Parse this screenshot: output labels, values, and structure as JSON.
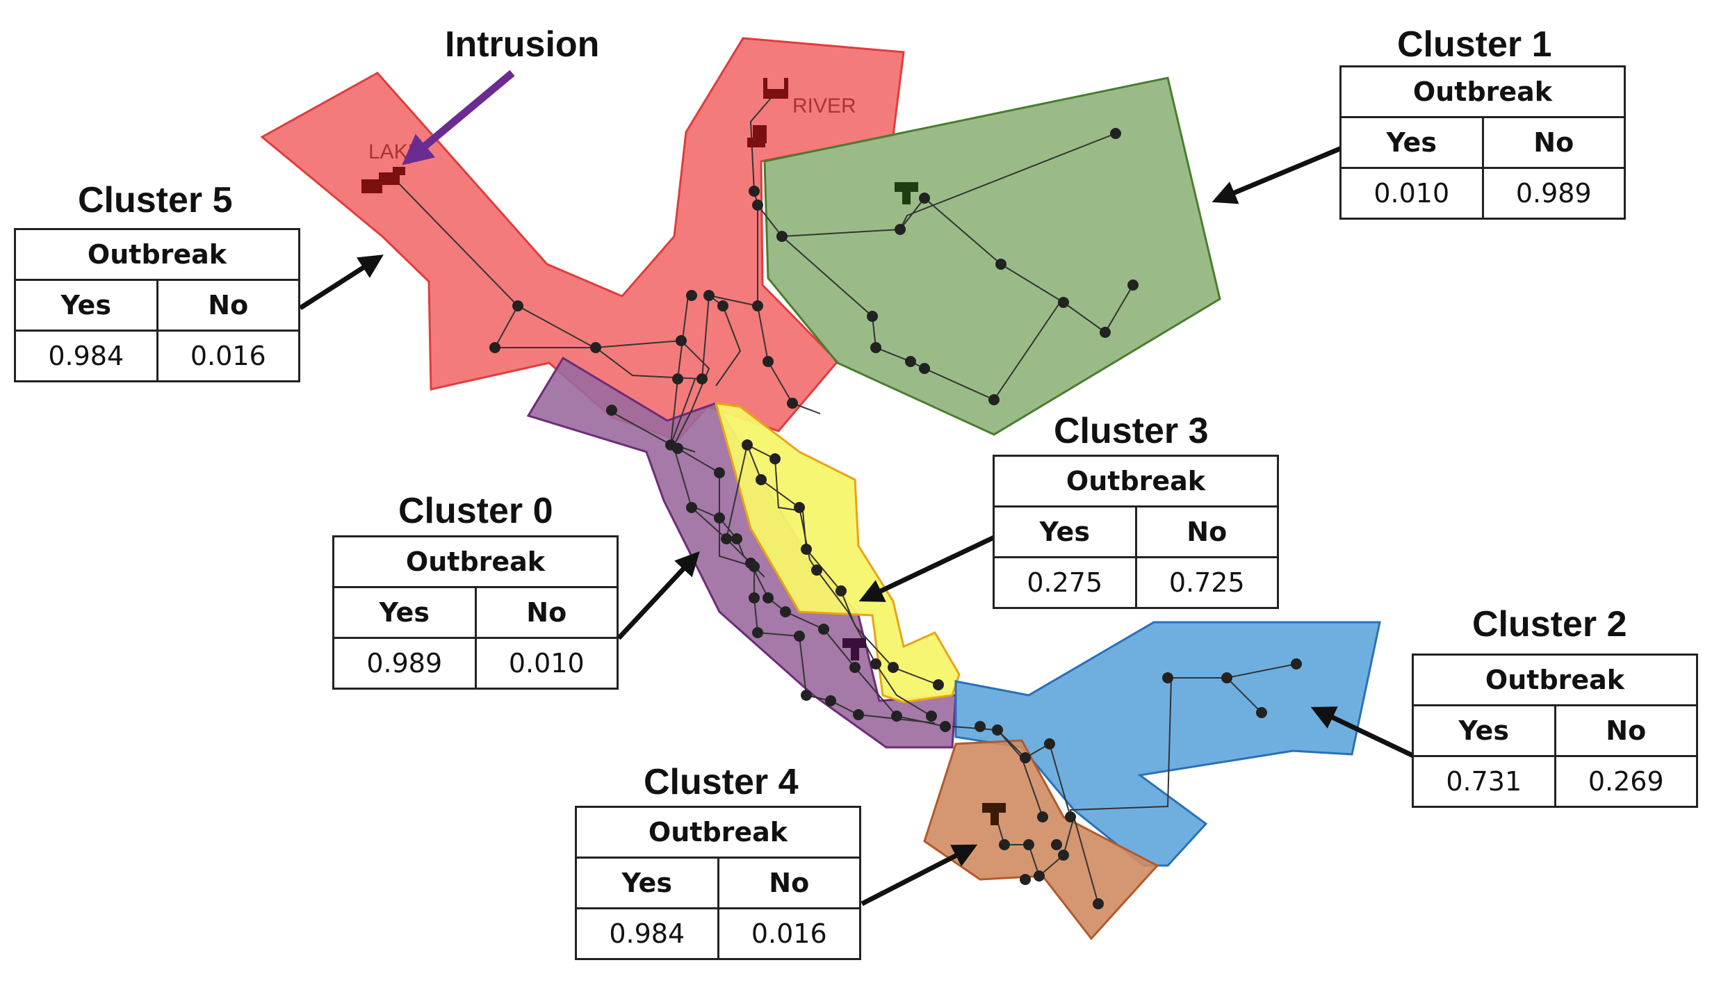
{
  "labels": {
    "intrusion": "Intrusion",
    "lake": "LAKE",
    "river": "RIVER"
  },
  "colors": {
    "cluster5": "#f36d6d",
    "cluster1": "#8fb47a",
    "cluster0": "#9b6a9e",
    "cluster3": "#f7f56a",
    "cluster2": "#5fa6dd",
    "cluster4": "#d08c63",
    "intrusion_arrow": "#6a2c91"
  },
  "clusters": [
    {
      "id": "c5",
      "title": "Cluster 5",
      "header": "Outbreak",
      "yes_label": "Yes",
      "no_label": "No",
      "yes": "0.984",
      "no": "0.016"
    },
    {
      "id": "c1",
      "title": "Cluster 1",
      "header": "Outbreak",
      "yes_label": "Yes",
      "no_label": "No",
      "yes": "0.010",
      "no": "0.989"
    },
    {
      "id": "c3",
      "title": "Cluster 3",
      "header": "Outbreak",
      "yes_label": "Yes",
      "no_label": "No",
      "yes": "0.275",
      "no": "0.725"
    },
    {
      "id": "c0",
      "title": "Cluster 0",
      "header": "Outbreak",
      "yes_label": "Yes",
      "no_label": "No",
      "yes": "0.989",
      "no": "0.010"
    },
    {
      "id": "c2",
      "title": "Cluster 2",
      "header": "Outbreak",
      "yes_label": "Yes",
      "no_label": "No",
      "yes": "0.731",
      "no": "0.269"
    },
    {
      "id": "c4",
      "title": "Cluster 4",
      "header": "Outbreak",
      "yes_label": "Yes",
      "no_label": "No",
      "yes": "0.984",
      "no": "0.016"
    }
  ]
}
